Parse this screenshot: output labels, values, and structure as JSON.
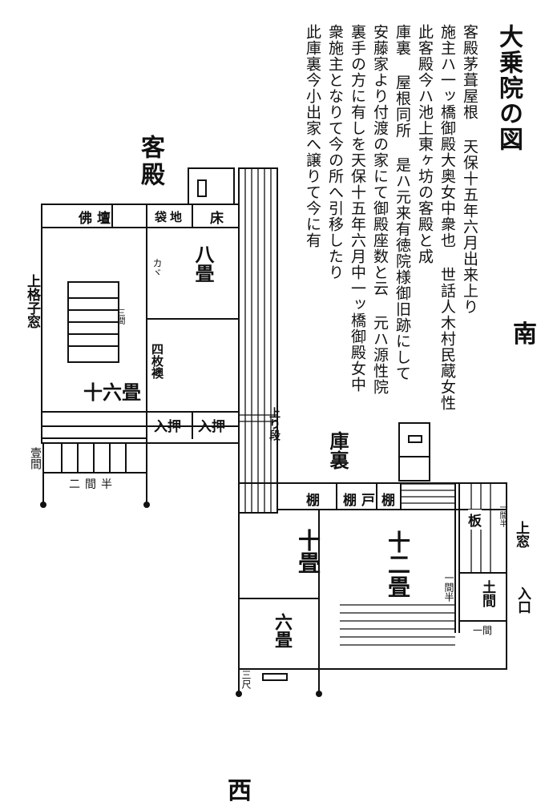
{
  "title": "大乗院の図",
  "notes": [
    "客殿茅葺屋根 天保十五年六月出来上り",
    "施主ハ一ッ橋御殿大奥女中衆也 世話人木村民蔵女性",
    "此客殿今ハ池上東ヶ坊の客殿と成",
    "庫裏 屋根同所 是ハ元来有徳院様御旧跡にして",
    "安藤家より付渡の家にて御殿座数と云 元ハ源性院",
    "裏手の方に有しを天保十五年六月中一ッ橋御殿女中",
    "衆施主となりて今の所へ引移したり",
    "此庫裏今小出家へ譲りて今に有"
  ],
  "compass": {
    "south": "南",
    "west": "西"
  },
  "kyakuden": {
    "name": "客殿",
    "butsudan": "佛壇",
    "tokonoma": "床",
    "chigaidana": "袋地",
    "room_8": "八畳",
    "room_16": "十六畳",
    "kanji_rows": "カヾ",
    "san_ken": "三間",
    "yonmai_fusuma": "四枚襖",
    "oshiire_1": "入押",
    "oshiire_2": "入押",
    "agari_dan": "上り段",
    "koshi_mado": "上格子窓",
    "ikken": "壹間",
    "nikken_han": "二間半"
  },
  "kuri": {
    "name": "庫裏",
    "tana_1": "棚",
    "tana_2": "棚",
    "to": "戸",
    "tana_3": "棚",
    "ita": "板",
    "ikken_han_1": "一間半",
    "mado": "上窓",
    "room_10": "十畳",
    "room_12": "十二畳",
    "ikken_han_2": "一間半",
    "doma": "土間",
    "iriguchi": "入口",
    "ikken_2": "一間",
    "room_6": "六畳",
    "san_shaku": "三尺"
  }
}
